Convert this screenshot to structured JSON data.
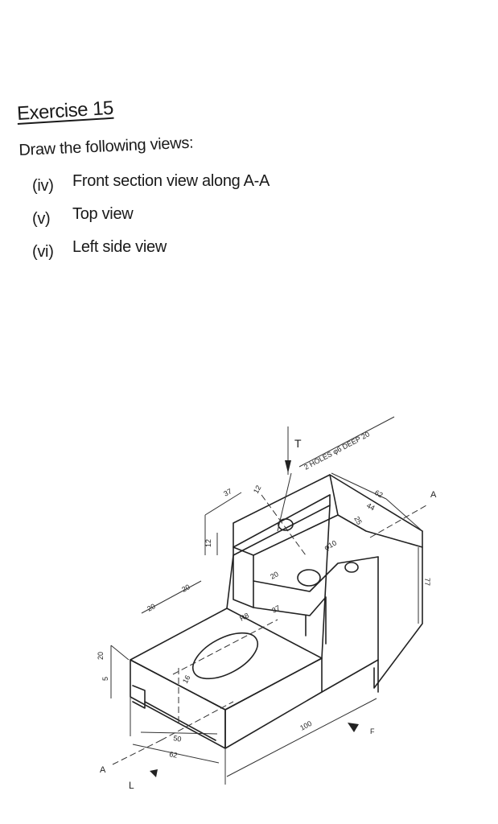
{
  "exercise": {
    "title": "Exercise 15",
    "instruction": "Draw the following views:",
    "items": [
      {
        "num": "(iv)",
        "text": "Front section view along A-A"
      },
      {
        "num": "(v)",
        "text": "Top view"
      },
      {
        "num": "(vi)",
        "text": "Left side view"
      }
    ]
  },
  "drawing": {
    "note": "2 HOLES φ6 DEEP 20",
    "view_labels": {
      "top": "T",
      "left": "L",
      "front": "F",
      "section": "A"
    },
    "dimensions": {
      "d37_top": "37",
      "d12_top": "12",
      "d62": "62",
      "d44": "44",
      "d25": "25",
      "d12_side": "12",
      "d10": "φ10",
      "d20_mid": "20",
      "d37_mid": "37",
      "d77": "77",
      "d20_left": "20",
      "d20_right": "20",
      "dR8": "R8",
      "d20_height": "20",
      "d5": "5",
      "d16": "16",
      "d50": "50",
      "d62_bottom": "62",
      "d100": "100"
    }
  }
}
